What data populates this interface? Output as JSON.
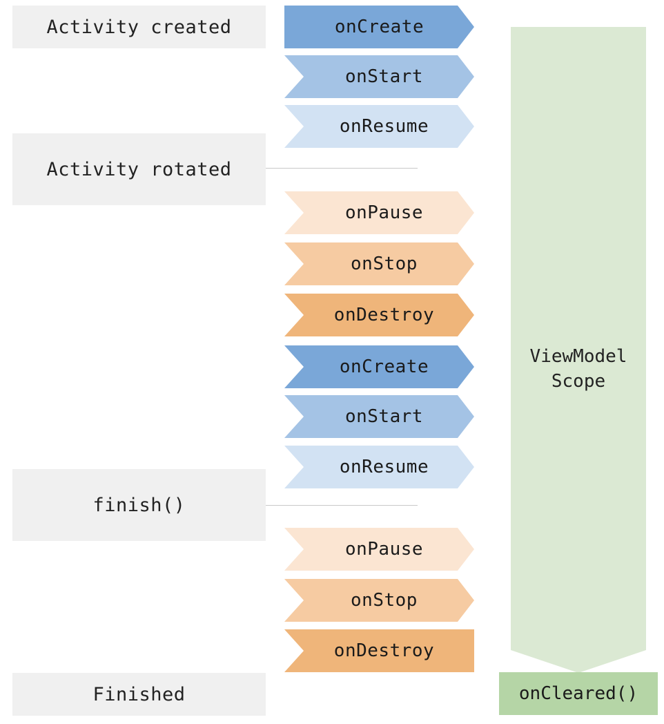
{
  "events": [
    {
      "label": "Activity created"
    },
    {
      "label": "Activity rotated"
    },
    {
      "label": "finish()"
    },
    {
      "label": "Finished"
    }
  ],
  "lifecycle": [
    {
      "label": "onCreate",
      "color": "#7aa7d8"
    },
    {
      "label": "onStart",
      "color": "#a4c3e5"
    },
    {
      "label": "onResume",
      "color": "#d2e2f3"
    },
    {
      "label": "onPause",
      "color": "#fbe5d2"
    },
    {
      "label": "onStop",
      "color": "#f6cba2"
    },
    {
      "label": "onDestroy",
      "color": "#efb57a"
    },
    {
      "label": "onCreate",
      "color": "#7aa7d8"
    },
    {
      "label": "onStart",
      "color": "#a4c3e5"
    },
    {
      "label": "onResume",
      "color": "#d2e2f3"
    },
    {
      "label": "onPause",
      "color": "#fbe5d2"
    },
    {
      "label": "onStop",
      "color": "#f6cba2"
    },
    {
      "label": "onDestroy",
      "color": "#efb57a"
    }
  ],
  "viewmodel": {
    "scope_line1": "ViewModel",
    "scope_line2": "Scope",
    "cleared": "onCleared()",
    "scope_color": "#dbe9d3",
    "cleared_color": "#b5d5a6"
  }
}
